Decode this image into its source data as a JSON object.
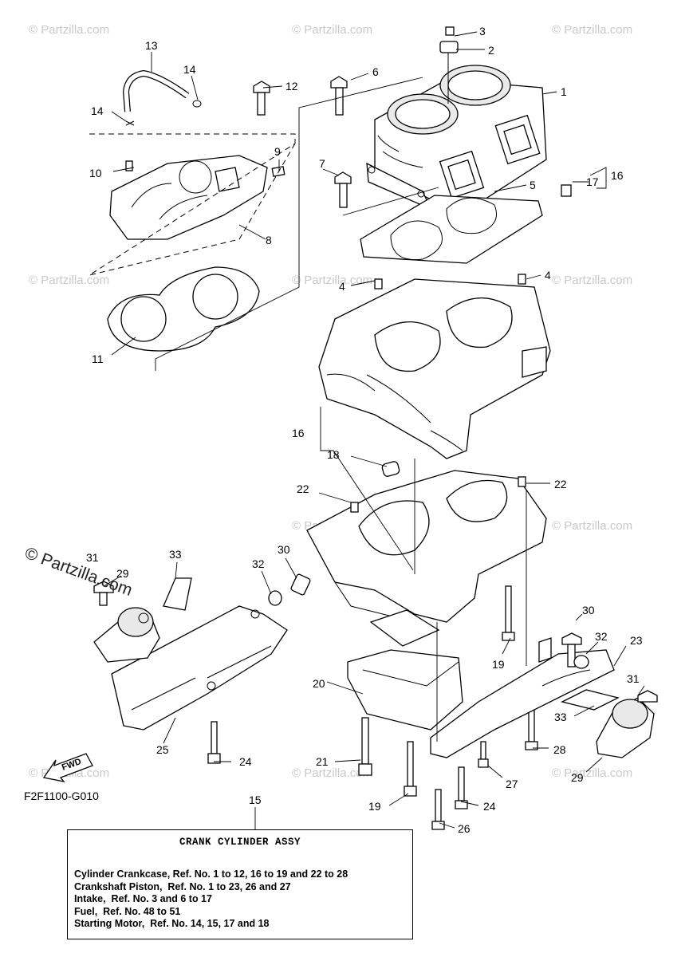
{
  "diagram": {
    "drawing_code": "F2F1100-G010",
    "copyright": "© Partzilla.com",
    "watermark": "© Partzilla.com",
    "fwd_label": "FWD",
    "callouts": {
      "c1": "1",
      "c2": "2",
      "c3": "3",
      "c4a": "4",
      "c4b": "4",
      "c5": "5",
      "c6": "6",
      "c7": "7",
      "c8": "8",
      "c9": "9",
      "c10": "10",
      "c11": "11",
      "c12": "12",
      "c13": "13",
      "c14a": "14",
      "c14b": "14",
      "c15": "15",
      "c16a": "16",
      "c16b": "16",
      "c17": "17",
      "c18": "18",
      "c19a": "19",
      "c19b": "19",
      "c20": "20",
      "c21": "21",
      "c22a": "22",
      "c22b": "22",
      "c23": "23",
      "c24a": "24",
      "c24b": "24",
      "c25": "25",
      "c26": "26",
      "c27": "27",
      "c28": "28",
      "c29a": "29",
      "c29b": "29",
      "c30a": "30",
      "c30b": "30",
      "c31a": "31",
      "c31b": "31",
      "c32a": "32",
      "c32b": "32",
      "c33a": "33",
      "c33b": "33"
    }
  },
  "info_box": {
    "title": "CRANK CYLINDER ASSY",
    "lines": [
      "Cylinder Crankcase, Ref. No. 1 to 12, 16 to 19 and 22 to 28",
      "Crankshaft Piston,  Ref. No. 1 to 23, 26 and 27",
      "Intake,  Ref. No. 3 and 6 to 17",
      "Fuel,  Ref. No. 48 to 51",
      "Starting Motor,  Ref. No. 14, 15, 17 and 18"
    ]
  }
}
